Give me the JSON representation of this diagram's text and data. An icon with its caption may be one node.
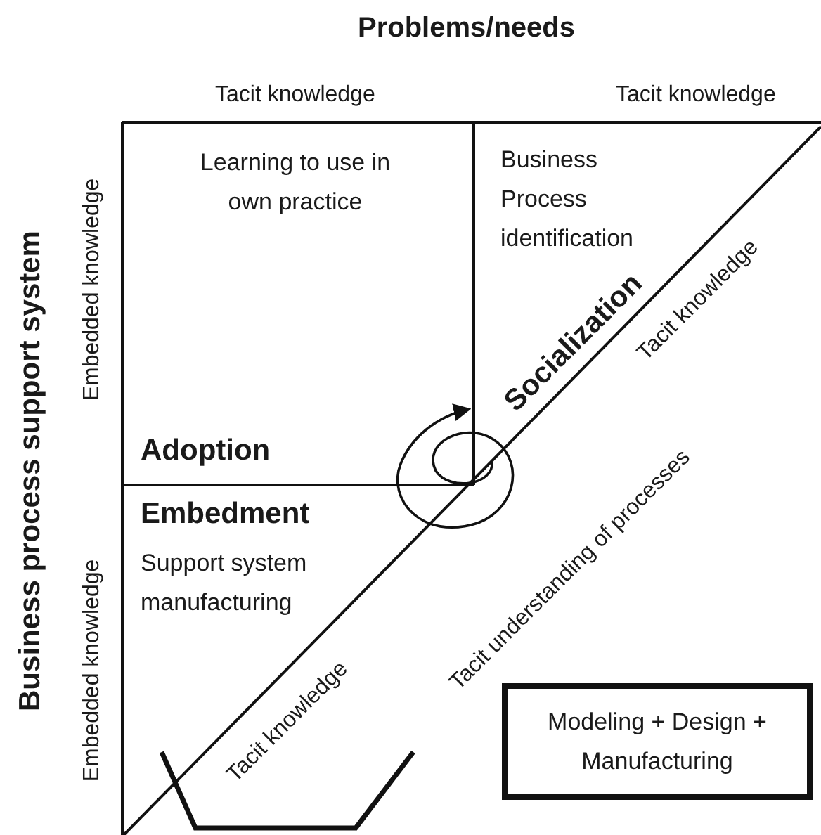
{
  "diagram": {
    "title": "Problems/needs",
    "nodes": [
      {
        "text": [
          "Modeling + Design + Manufacturing"
        ]
      }
    ],
    "labels": [
      "Tacit knowledge",
      "Tacit knowledge",
      "Business process support system",
      "Embedded knowledge",
      "Learning to use in own practice",
      "Business Process identification",
      "Socialization",
      "Tacit knowledge",
      "Adoption",
      "Embedment",
      "Support system manufacturing",
      "Tacit understanding of processes",
      "Embedded knowledge",
      "Tacit knowledge"
    ]
  }
}
